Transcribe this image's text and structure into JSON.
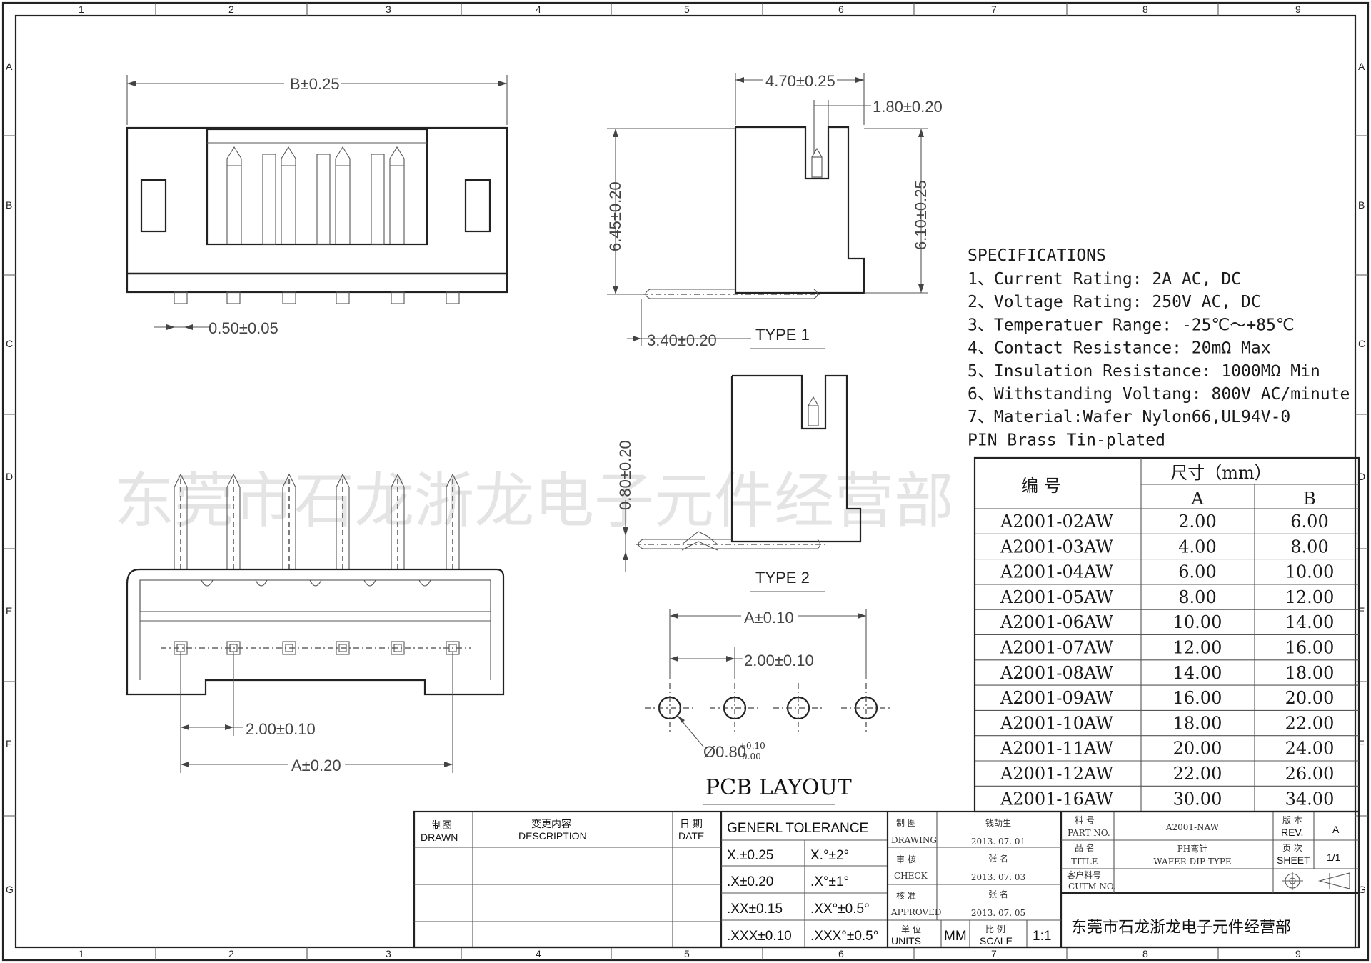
{
  "ruler": {
    "top": [
      "1",
      "2",
      "3",
      "4",
      "5",
      "6",
      "7",
      "8",
      "9"
    ],
    "bottom": [
      "1",
      "2",
      "3",
      "4",
      "5",
      "6",
      "7",
      "8",
      "9"
    ],
    "side": [
      "A",
      "B",
      "C",
      "D",
      "E",
      "F",
      "G"
    ]
  },
  "dimensions": {
    "b_width": "B±0.25",
    "pin_width": "0.50±0.05",
    "top_width": "4.70±0.25",
    "slot_width": "1.80±0.20",
    "height_left": "6.45±0.20",
    "height_right": "6.10±0.25",
    "tail_length": "3.40±0.20",
    "type1": "TYPE  1",
    "type2_height": "0.80±0.20",
    "type2": "TYPE  2",
    "pitch_front": "2.00±0.10",
    "a_width_front": "A±0.20",
    "pcb_a": "A±0.10",
    "pcb_pitch": "2.00±0.10",
    "hole_dia": "Ø0.80",
    "hole_tol_upper": "+0.10",
    "hole_tol_lower": "-0.00",
    "pcb_layout": "PCB LAYOUT"
  },
  "specifications": {
    "title": "SPECIFICATIONS",
    "lines": [
      "1、Current Rating: 2A AC, DC",
      "2、Voltage Rating: 250V AC, DC",
      "3、Temperatuer Range: -25℃～+85℃",
      "4、Contact Resistance: 20mΩ Max",
      "5、Insulation Resistance: 1000MΩ Min",
      "6、Withstanding Voltang: 800V AC/minute",
      "7、Material:Wafer Nylon66,UL94V-0",
      "   PIN Brass Tin-plated"
    ]
  },
  "table": {
    "header_code": "编  号",
    "header_size": "尺寸（mm）",
    "col_a": "A",
    "col_b": "B",
    "rows": [
      {
        "code": "A2001-02AW",
        "a": "2.00",
        "b": "6.00"
      },
      {
        "code": "A2001-03AW",
        "a": "4.00",
        "b": "8.00"
      },
      {
        "code": "A2001-04AW",
        "a": "6.00",
        "b": "10.00"
      },
      {
        "code": "A2001-05AW",
        "a": "8.00",
        "b": "12.00"
      },
      {
        "code": "A2001-06AW",
        "a": "10.00",
        "b": "14.00"
      },
      {
        "code": "A2001-07AW",
        "a": "12.00",
        "b": "16.00"
      },
      {
        "code": "A2001-08AW",
        "a": "14.00",
        "b": "18.00"
      },
      {
        "code": "A2001-09AW",
        "a": "16.00",
        "b": "20.00"
      },
      {
        "code": "A2001-10AW",
        "a": "18.00",
        "b": "22.00"
      },
      {
        "code": "A2001-11AW",
        "a": "20.00",
        "b": "24.00"
      },
      {
        "code": "A2001-12AW",
        "a": "22.00",
        "b": "26.00"
      },
      {
        "code": "A2001-16AW",
        "a": "30.00",
        "b": "34.00"
      }
    ]
  },
  "watermark": "东莞市石龙浙龙电子元件经营部",
  "title_block": {
    "drawn_cn": "制图",
    "drawn": "DRAWN",
    "desc_cn": "变更内容",
    "desc": "DESCRIPTION",
    "date_cn": "日 期",
    "date": "DATE",
    "tolerance_title": "GENERL  TOLERANCE",
    "tolerances": [
      [
        "X.±0.25",
        "X.°±2°"
      ],
      [
        ".X±0.20",
        ".X°±1°"
      ],
      [
        ".XX±0.15",
        ".XX°±0.5°"
      ],
      [
        ".XXX±0.10",
        ".XXX°±0.5°"
      ]
    ],
    "drawing_cn": "制 图",
    "drawing": "DRAWING",
    "drawing_name": "钱劼生",
    "drawing_date": "2013. 07. 01",
    "check_cn": "审 核",
    "check": "CHECK",
    "check_name": "张 名",
    "check_date": "2013. 07. 03",
    "approved_cn": "核 准",
    "approved": "APPROVED",
    "approved_name": "张 名",
    "approved_date": "2013. 07. 05",
    "units_cn": "单 位",
    "units": "UNITS",
    "units_value": "MM",
    "scale_cn": "比 例",
    "scale": "SCALE",
    "scale_value": "1:1",
    "part_cn": "料 号",
    "part": "PART NO.",
    "part_value": "A2001-NAW",
    "title_cn": "品 名",
    "title": "TITLE",
    "title_value_cn": "PH弯针",
    "title_value": "WAFER DIP TYPE",
    "cust_cn": "客户料号",
    "cust": "CUTM NO.",
    "rev_cn": "版 本",
    "rev": "REV.",
    "rev_value": "A",
    "sheet_cn": "页 次",
    "sheet": "SHEET",
    "sheet_value": "1/1",
    "company": "东莞市石龙浙龙电子元件经营部"
  }
}
